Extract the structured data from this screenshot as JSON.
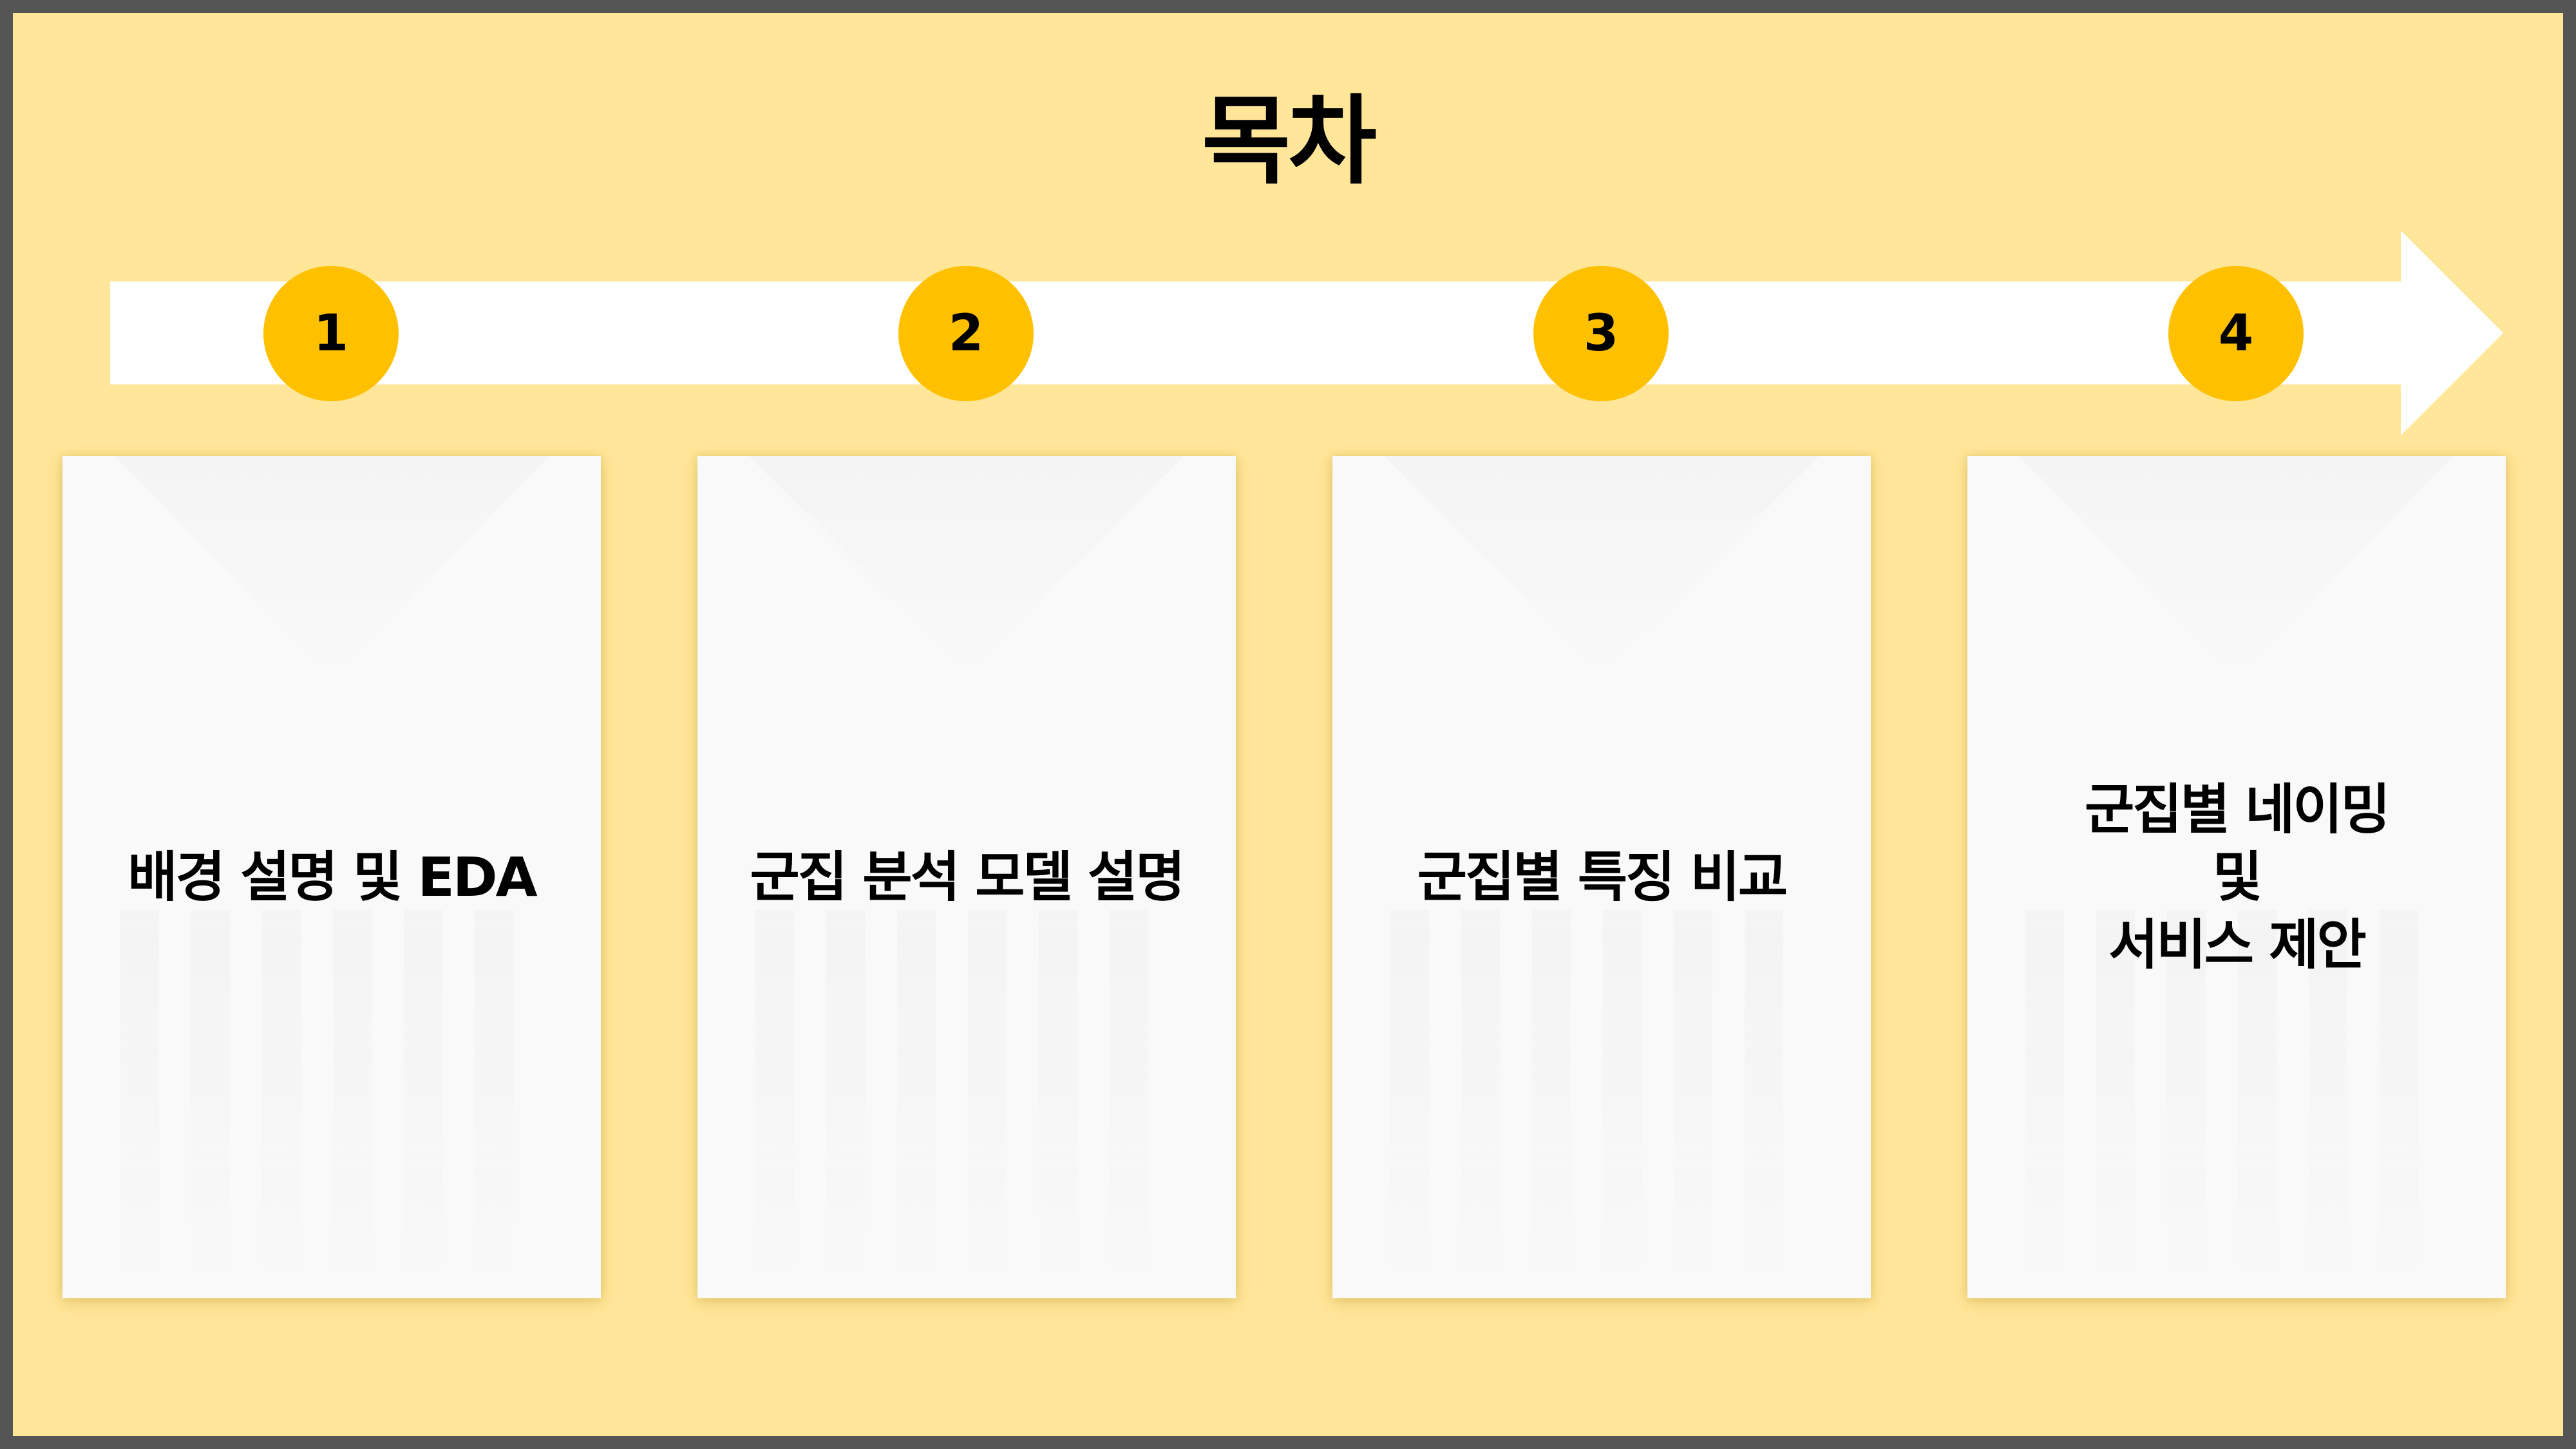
{
  "slide": {
    "title": "목차",
    "colors": {
      "background": "#FFE699",
      "frame": "#555555",
      "accent_circle": "#FFC000",
      "arrow": "#FFFFFF",
      "card": "#F9F9F9",
      "text": "#000000"
    },
    "timeline": {
      "arrow_icon": "right-arrow",
      "steps": [
        {
          "number": "1",
          "label": "배경 설명 및 EDA"
        },
        {
          "number": "2",
          "label": "군집 분석 모델 설명"
        },
        {
          "number": "3",
          "label": "군집별 특징 비교"
        },
        {
          "number": "4",
          "label": "군집별 네이밍\n및\n서비스 제안"
        }
      ]
    }
  }
}
